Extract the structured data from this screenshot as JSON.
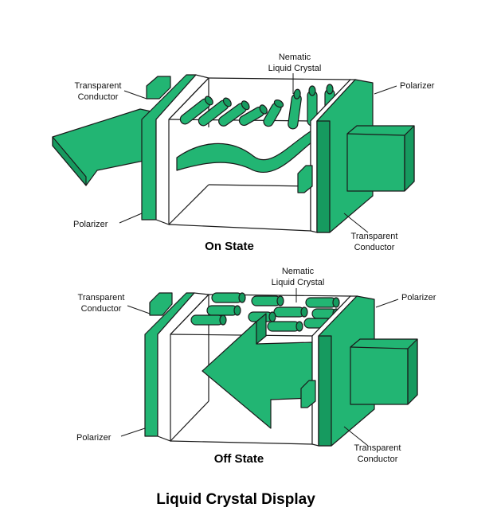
{
  "colors": {
    "green": "#22b573",
    "dark_green": "#0b7a4a",
    "outline": "#1a1a1a"
  },
  "on_state": {
    "label": "On State",
    "labels": {
      "nematic_line1": "Nematic",
      "nematic_line2": "Liquid Crystal",
      "transparent_line1": "Transparent",
      "transparent_line2": "Conductor",
      "polarizer_right": "Polarizer",
      "polarizer_left": "Polarizer",
      "transparent_bottom_line1": "Transparent",
      "transparent_bottom_line2": "Conductor"
    }
  },
  "off_state": {
    "label": "Off State",
    "labels": {
      "nematic_line1": "Nematic",
      "nematic_line2": "Liquid Crystal",
      "transparent_line1": "Transparent",
      "transparent_line2": "Conductor",
      "polarizer_right": "Polarizer",
      "polarizer_left": "Polarizer",
      "transparent_bottom_line1": "Transparent",
      "transparent_bottom_line2": "Conductor"
    }
  },
  "caption": "Liquid Crystal Display"
}
